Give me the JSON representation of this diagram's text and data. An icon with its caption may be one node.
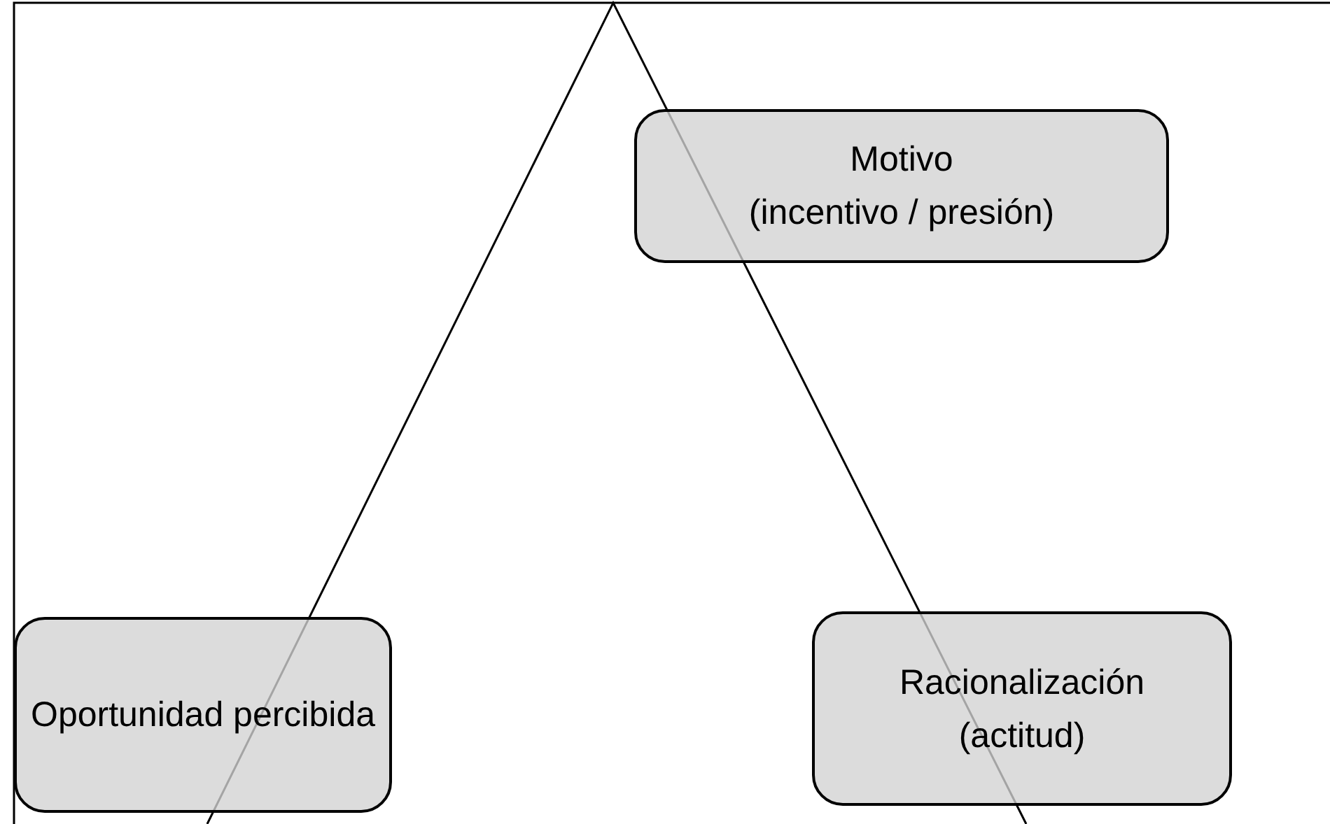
{
  "diagram": {
    "nodes": [
      {
        "text": [
          "Motivo",
          "(incentivo / presión)"
        ]
      },
      {
        "text": [
          "Oportunidad percibida"
        ]
      },
      {
        "text": [
          "Racionalización",
          "(actitud)"
        ]
      }
    ]
  }
}
